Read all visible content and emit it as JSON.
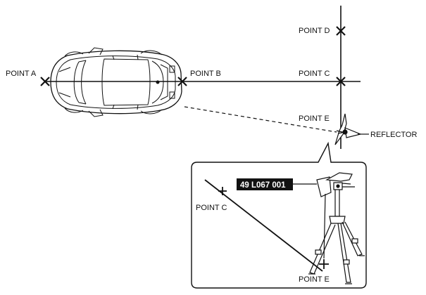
{
  "labels": {
    "point_a": "POINT A",
    "point_b": "POINT B",
    "point_c": "POINT C",
    "point_d": "POINT D",
    "point_e": "POINT E",
    "reflector": "REFLECTOR"
  },
  "inset": {
    "tool_number": "49 L067 001",
    "point_c": "POINT C",
    "point_e": "POINT E"
  }
}
